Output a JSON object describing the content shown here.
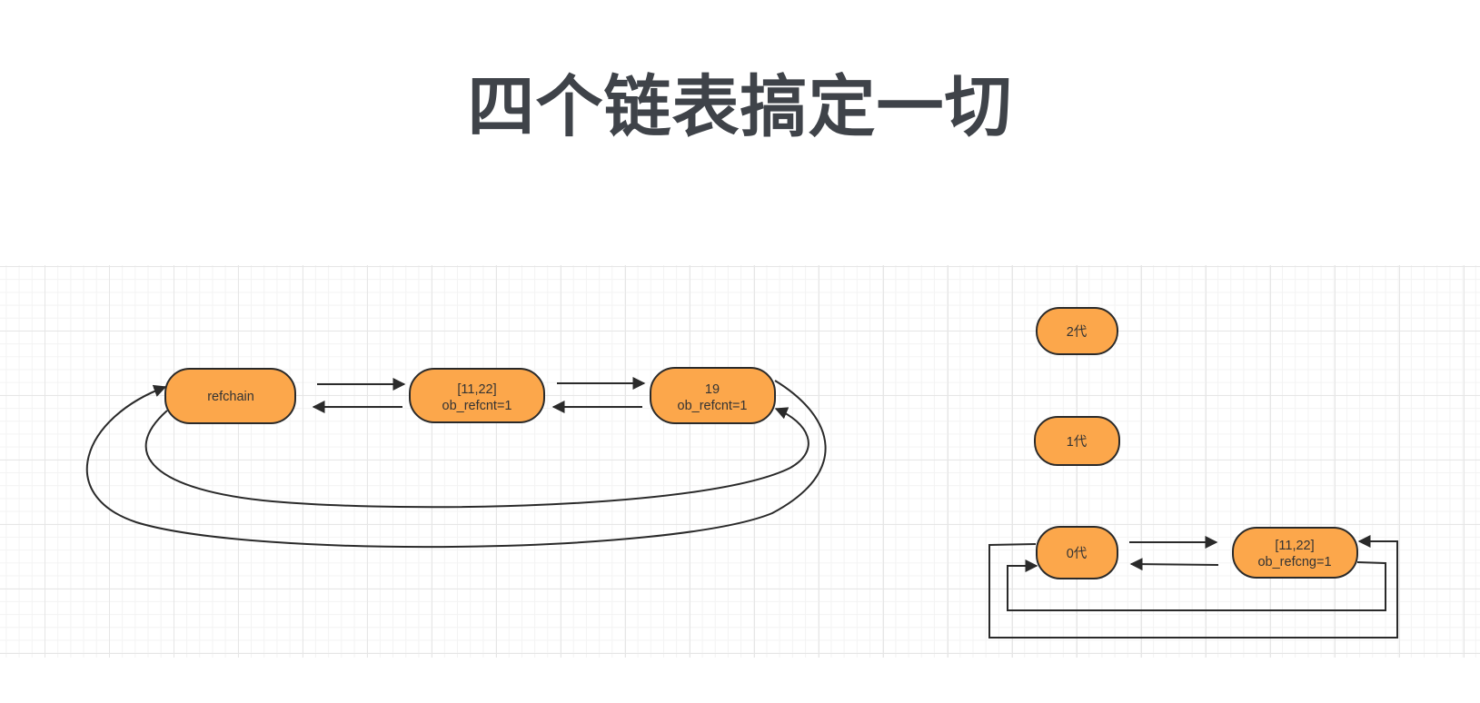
{
  "title": "四个链表搞定一切",
  "left_chain": {
    "refchain": "refchain",
    "list_node": {
      "line1": "[11,22]",
      "line2": "ob_refcnt=1"
    },
    "int_node": {
      "line1": "19",
      "line2": "ob_refcnt=1"
    }
  },
  "generations": {
    "gen2": "2代",
    "gen1": "1代",
    "gen0": "0代",
    "gen0_list_node": {
      "line1": "[11,22]",
      "line2": "ob_refcng=1"
    }
  },
  "colors": {
    "node_fill": "#fca74b",
    "node_stroke": "#2a2a2a",
    "edge": "#2a2a2a",
    "title": "#3f4349"
  }
}
